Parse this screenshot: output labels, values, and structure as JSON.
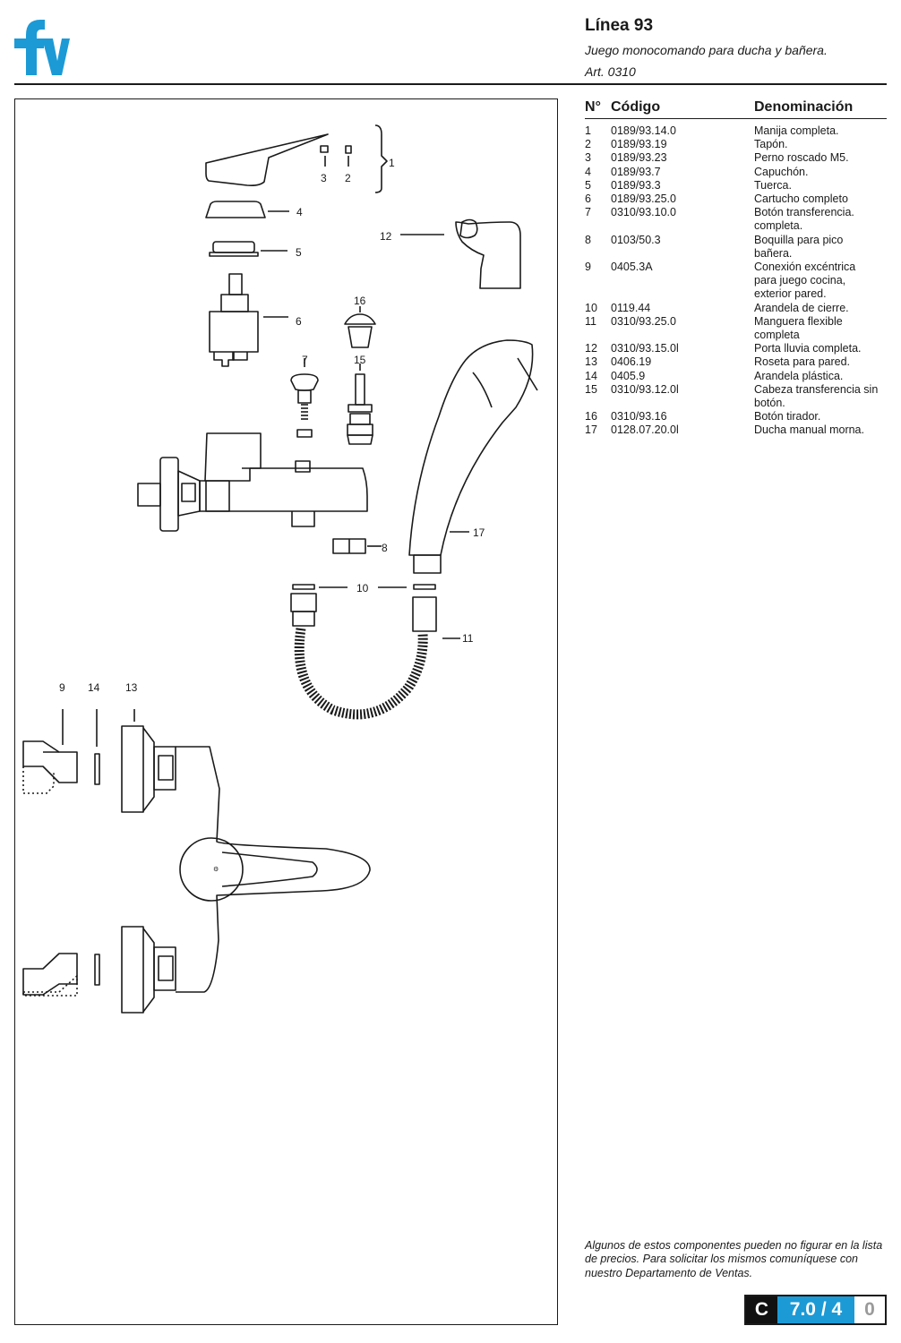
{
  "brand": {
    "logo_icon": "fv-logo-icon",
    "color": "#1B9AD6"
  },
  "header": {
    "title": "Línea 93",
    "subtitle": "Juego monocomando para ducha y bañera.",
    "article": "Art. 0310"
  },
  "table": {
    "headers": {
      "number": "N°",
      "code": "Código",
      "name": "Denominación"
    },
    "rows": [
      {
        "n": "1",
        "code": "0189/93.14.0",
        "name": [
          "Manija completa."
        ]
      },
      {
        "n": "2",
        "code": "0189/93.19",
        "name": [
          "Tapón."
        ]
      },
      {
        "n": "3",
        "code": "0189/93.23",
        "name": [
          "Perno roscado M5."
        ]
      },
      {
        "n": "4",
        "code": "0189/93.7",
        "name": [
          "Capuchón."
        ]
      },
      {
        "n": "5",
        "code": "0189/93.3",
        "name": [
          "Tuerca."
        ]
      },
      {
        "n": "6",
        "code": "0189/93.25.0",
        "name": [
          "Cartucho completo"
        ]
      },
      {
        "n": "7",
        "code": "0310/93.10.0",
        "name": [
          "Botón transferencia.",
          "completa."
        ]
      },
      {
        "n": "8",
        "code": "0103/50.3",
        "name": [
          "Boquilla para pico",
          "bañera."
        ]
      },
      {
        "n": "9",
        "code": "0405.3A",
        "name": [
          "Conexión excéntrica",
          "para juego cocina,",
          "exterior pared."
        ]
      },
      {
        "n": "10",
        "code": "0119.44",
        "name": [
          "Arandela de cierre."
        ]
      },
      {
        "n": "11",
        "code": "0310/93.25.0",
        "name": [
          "Manguera flexible",
          "completa"
        ]
      },
      {
        "n": "12",
        "code": "0310/93.15.0l",
        "name": [
          "Porta lluvia completa."
        ]
      },
      {
        "n": "13",
        "code": "0406.19",
        "name": [
          "Roseta para pared."
        ]
      },
      {
        "n": "14",
        "code": "0405.9",
        "name": [
          "Arandela plástica."
        ]
      },
      {
        "n": "15",
        "code": "0310/93.12.0l",
        "name": [
          "Cabeza transferencia sin",
          "botón."
        ]
      },
      {
        "n": "16",
        "code": "0310/93.16",
        "name": [
          "Botón tirador."
        ]
      },
      {
        "n": "17",
        "code": "0128.07.20.0l",
        "name": [
          "Ducha manual morna."
        ]
      }
    ]
  },
  "diagram": {
    "callouts": [
      "1",
      "2",
      "3",
      "4",
      "5",
      "6",
      "7",
      "8",
      "9",
      "10",
      "11",
      "12",
      "13",
      "14",
      "15",
      "16",
      "17"
    ]
  },
  "footer": {
    "note": "Algunos de estos componentes pueden no figurar en la lista de precios. Para solicitar los mismos comuníquese con nuestro Departamento de Ventas.",
    "page_code": {
      "section": "C",
      "number": "7.0 / 4",
      "revision": "0"
    }
  }
}
